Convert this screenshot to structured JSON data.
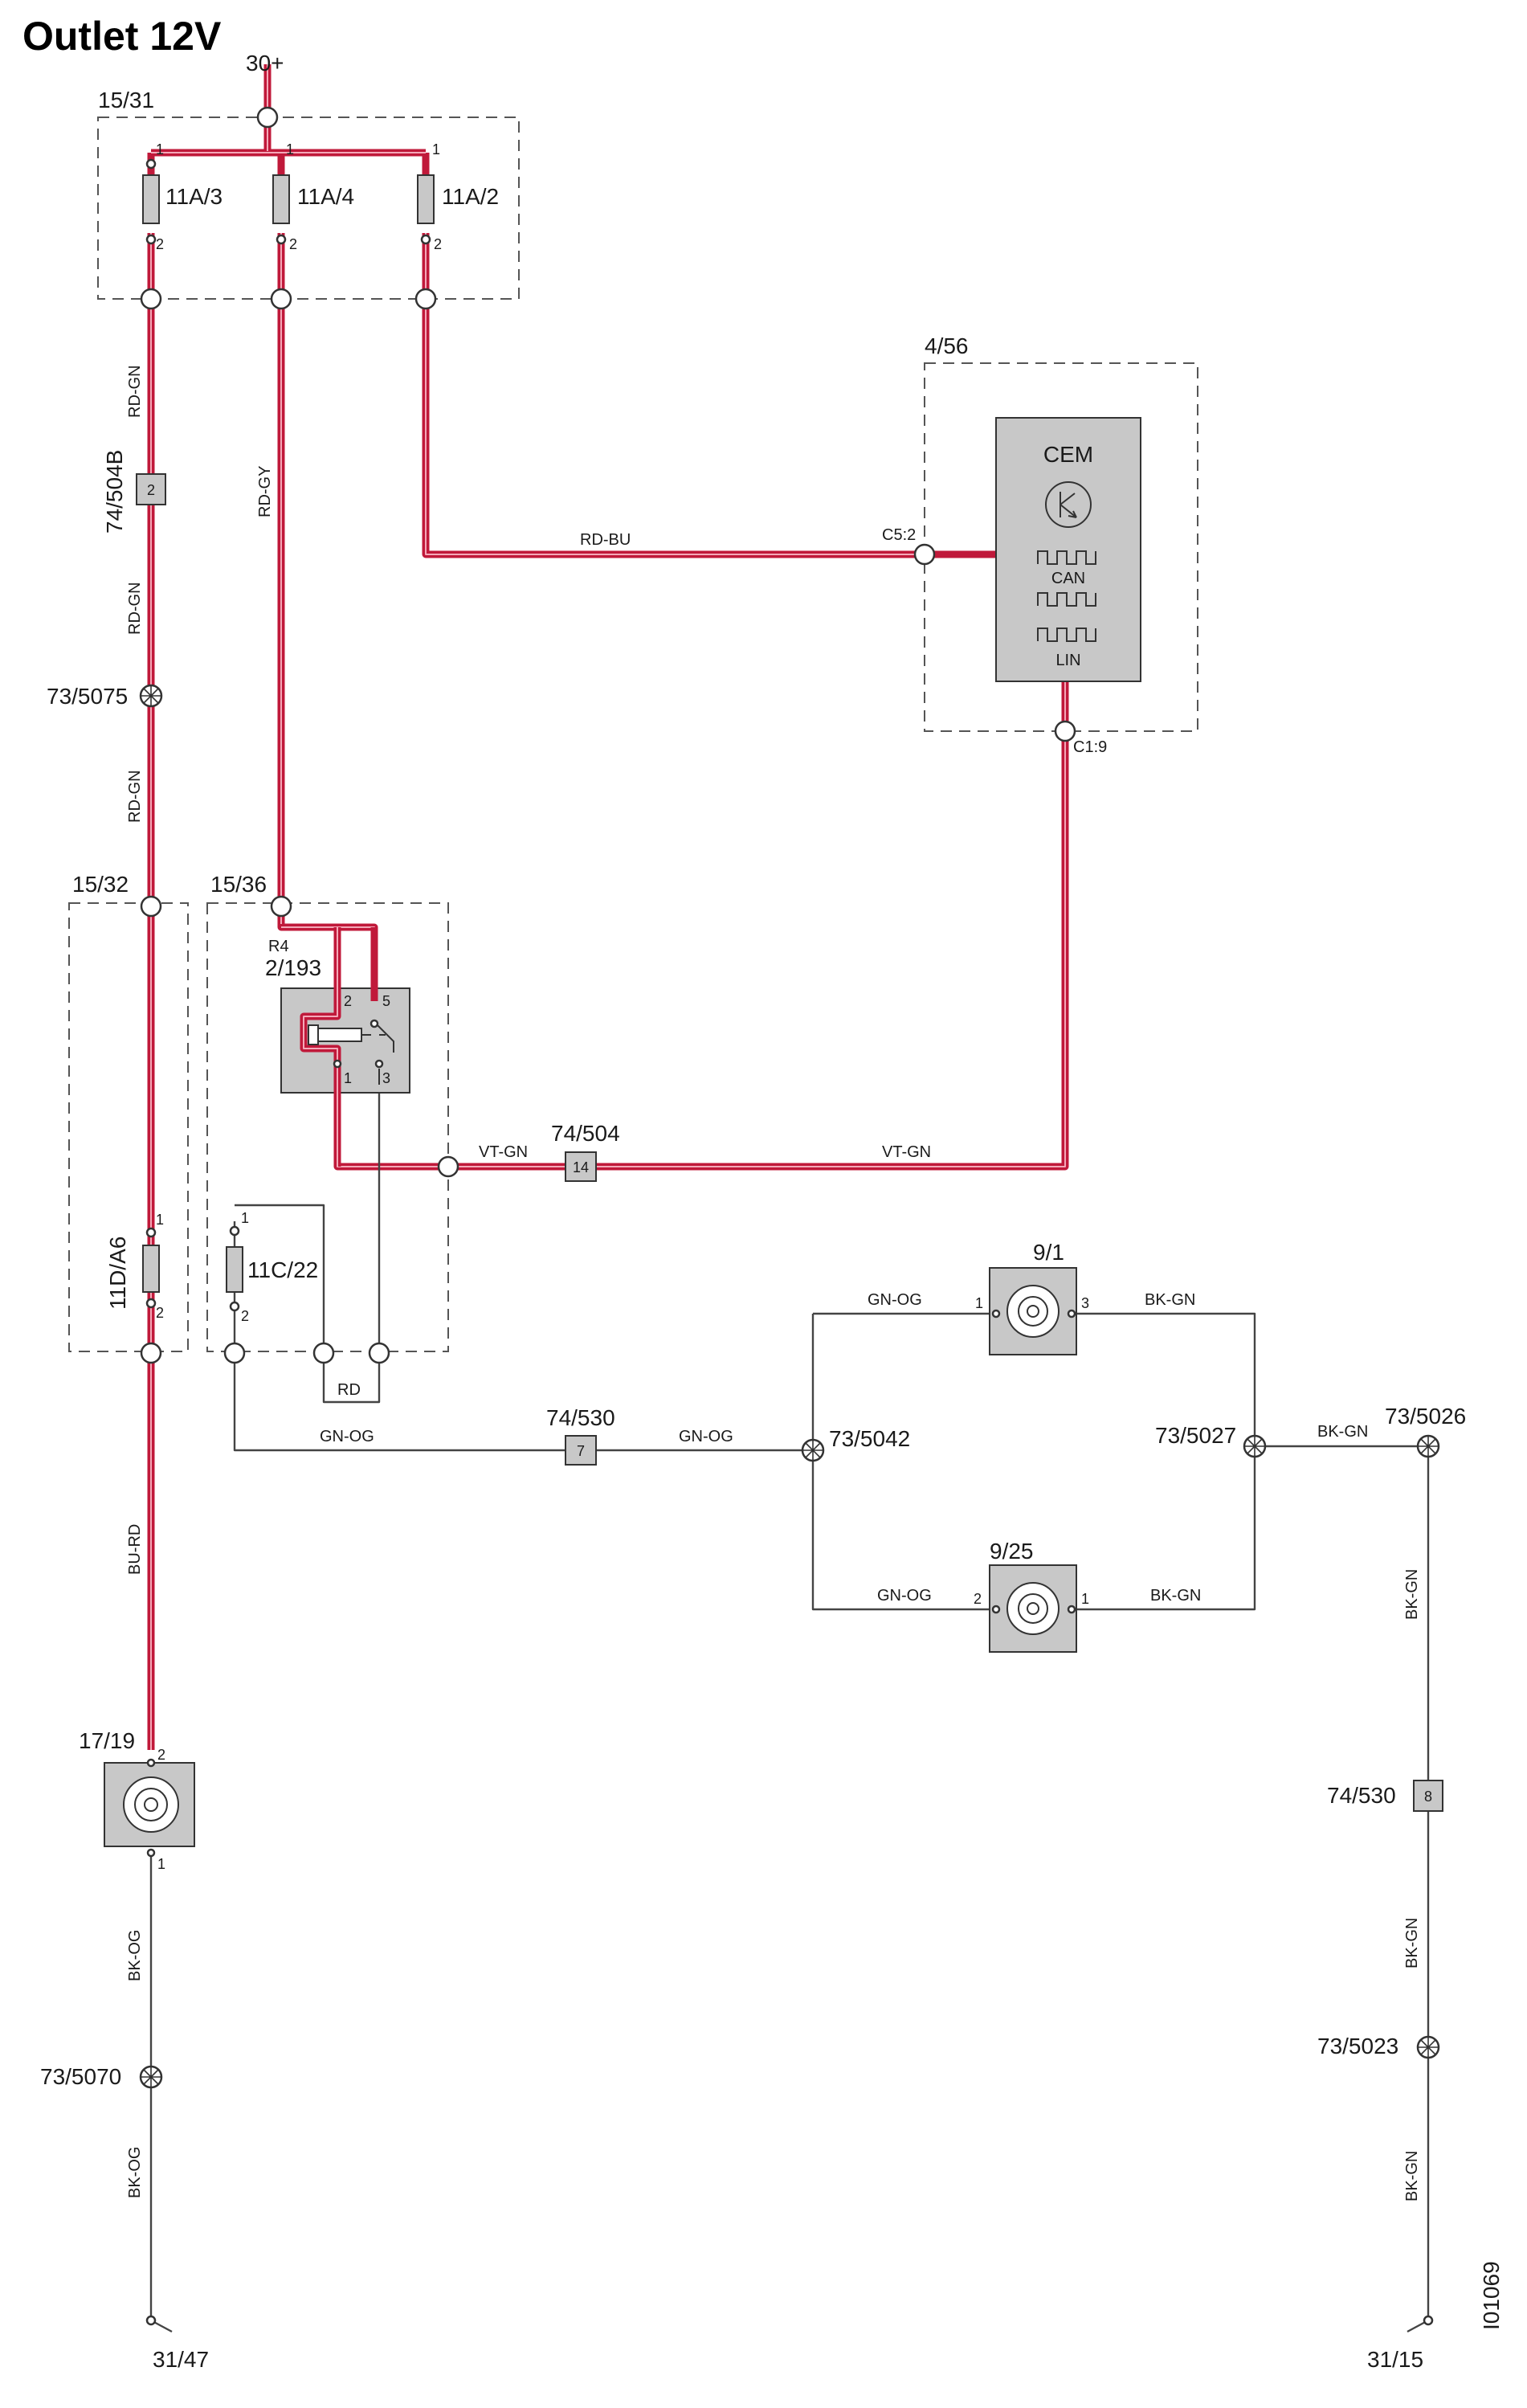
{
  "title": "Outlet 12V",
  "supply": {
    "terminal": "30+"
  },
  "fusebox": {
    "id": "15/31",
    "fuses": [
      {
        "name": "11A/3",
        "pin_top": "1",
        "pin_bottom": "2"
      },
      {
        "name": "11A/4",
        "pin_top": "1",
        "pin_bottom": "2"
      },
      {
        "name": "11A/2",
        "pin_top": "1",
        "pin_bottom": "2"
      }
    ]
  },
  "cem": {
    "box_id": "4/56",
    "label": "CEM",
    "bus1": "CAN",
    "bus2": "LIN",
    "conn_can": "C5:2",
    "conn_relay": "C1:9"
  },
  "wires": {
    "rd_gn": "RD-GN",
    "rd_gy": "RD-GY",
    "rd_bu": "RD-BU",
    "vt_gn": "VT-GN",
    "gn_og": "GN-OG",
    "bk_gn": "BK-GN",
    "bu_rd": "BU-RD",
    "bk_og": "BK-OG",
    "rd": "RD"
  },
  "connectors": {
    "c504b": {
      "id": "74/504B",
      "pin": "2"
    },
    "c504": {
      "id": "74/504",
      "pin": "14"
    },
    "c530a": {
      "id": "74/530",
      "pin": "7"
    },
    "c530b": {
      "id": "74/530",
      "pin": "8"
    }
  },
  "splices": {
    "s5075": "73/5075",
    "s5042": "73/5042",
    "s5027": "73/5027",
    "s5026": "73/5026",
    "s5023": "73/5023",
    "s5070": "73/5070"
  },
  "box_1532": {
    "id": "15/32",
    "fuse": "11D/A6",
    "pin_top": "1",
    "pin_bottom": "2"
  },
  "box_1536": {
    "id": "15/36",
    "relay_pos": "R4",
    "relay_id": "2/193",
    "relay_pins": [
      "2",
      "5",
      "1",
      "3"
    ],
    "fuse": "11C/22",
    "fuse_pin_top": "1",
    "fuse_pin_bottom": "2"
  },
  "outlets": {
    "o91": {
      "id": "9/1",
      "pin_left": "1",
      "pin_right": "3"
    },
    "o925": {
      "id": "9/25",
      "pin_left": "2",
      "pin_right": "1"
    },
    "o1719": {
      "id": "17/19",
      "pin_top": "2",
      "pin_bottom": "1"
    }
  },
  "grounds": {
    "g1": "31/47",
    "g2": "31/15"
  },
  "doc_id": "I01069"
}
